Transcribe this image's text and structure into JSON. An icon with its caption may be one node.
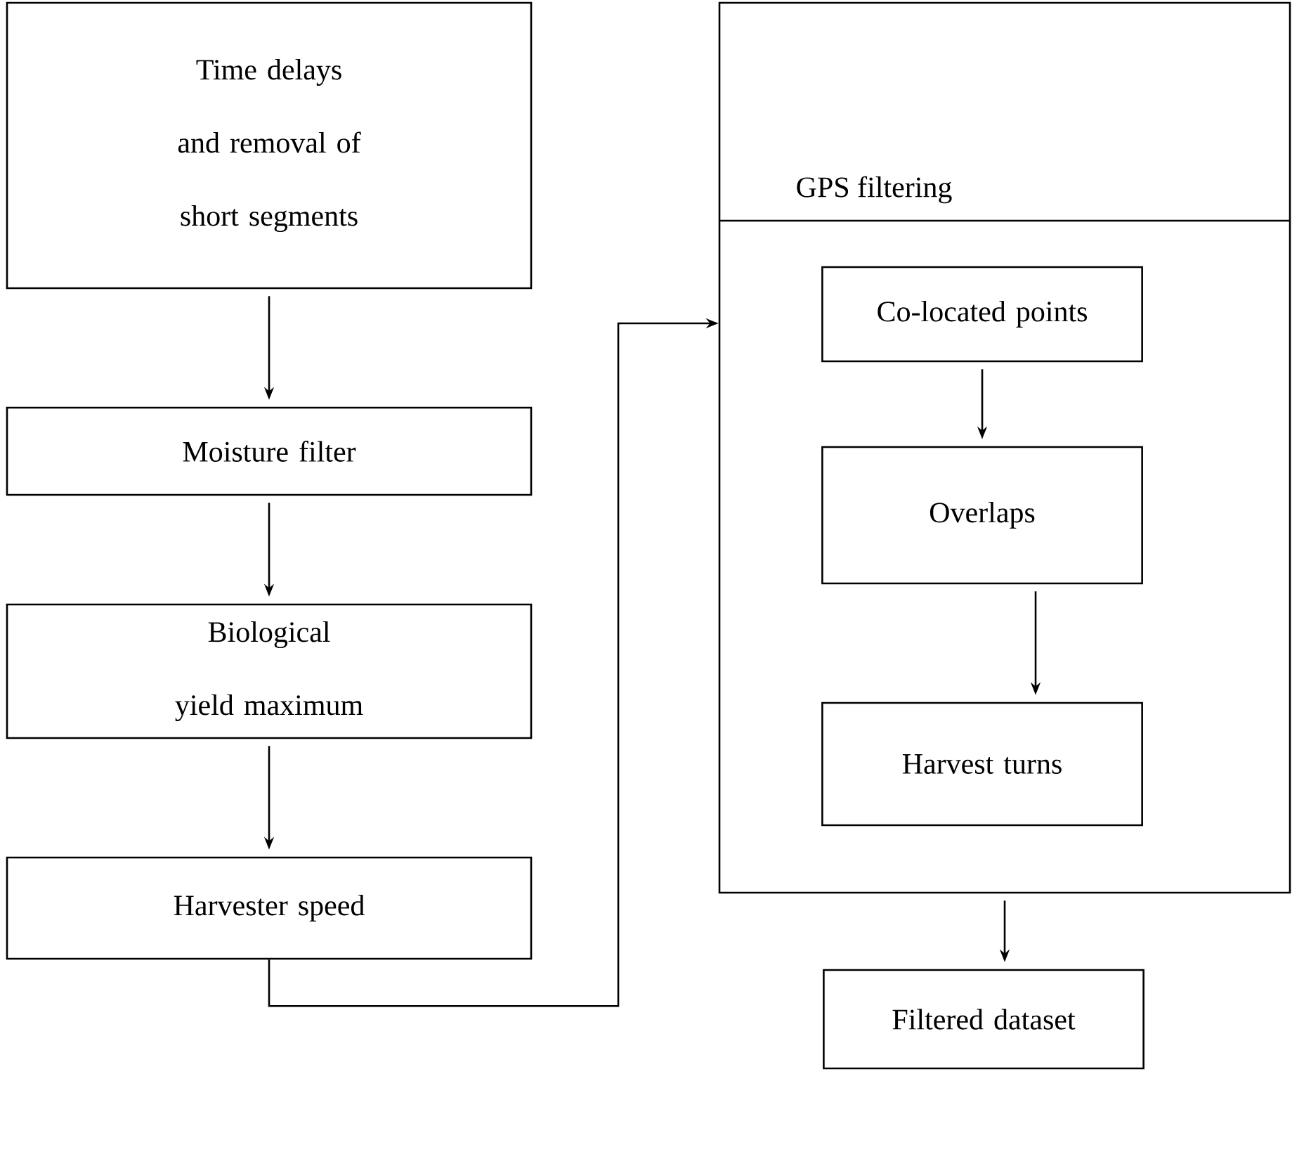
{
  "diagram": {
    "nodes": [
      {
        "text": [
          "Time delays and removal of short segments"
        ]
      },
      {
        "text": [
          "Moisture filter"
        ]
      },
      {
        "text": [
          "Biological yield maximum"
        ]
      },
      {
        "text": [
          "Harvester speed"
        ]
      },
      {
        "text": [
          "GPS filtering"
        ]
      },
      {
        "text": [
          "Co-located points"
        ],
        "in": 4
      },
      {
        "text": [
          "Overlaps"
        ],
        "in": 4
      },
      {
        "text": [
          "Harvest turns"
        ],
        "in": 4
      },
      {
        "text": [
          "Filtered dataset"
        ]
      }
    ],
    "edges": [
      {
        "from": 0,
        "to": 1,
        "arrow": "to"
      },
      {
        "from": 1,
        "to": 2,
        "arrow": "to"
      },
      {
        "from": 2,
        "to": 3,
        "arrow": "to"
      },
      {
        "from": 3,
        "to": 4,
        "arrow": "to"
      },
      {
        "from": 5,
        "to": 6,
        "arrow": "to"
      },
      {
        "from": 6,
        "to": 7,
        "arrow": "to"
      },
      {
        "from": 4,
        "to": 8,
        "arrow": "to"
      }
    ]
  }
}
